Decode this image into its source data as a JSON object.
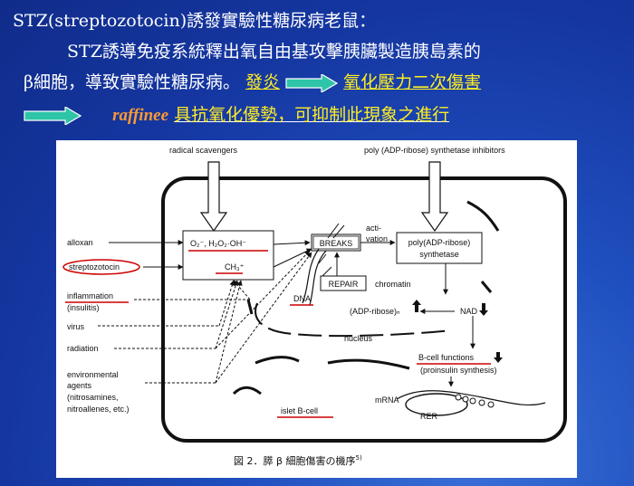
{
  "slide": {
    "line1": "STZ(streptozotocin)誘發實驗性糖尿病老鼠：",
    "line2": "STZ誘導免疫系統釋出氧自由基攻擊胰臟製造胰島素的",
    "line3_prefix": "β細胞，導致實驗性糖尿病。",
    "line3_inflammation": "發炎",
    "line3_oxidative": "氧化壓力二次傷害",
    "line4_raffinee": "raffinee",
    "line4_rest": "具抗氧化優勢，可抑制此現象之進行"
  },
  "diagram": {
    "radical_scavengers": "radical scavengers",
    "parp_inhibitors": "poly (ADP-ribose) synthetase inhibitors",
    "activation": "acti-\nvation",
    "radicals": "O₂⁻, H₂O₂·OH⁻",
    "ch3": "CH₃⁺",
    "breaks": "BREAKS",
    "repair": "REPAIR",
    "chromatin": "chromatin",
    "parp_box": "poly(ADP-ribose)\nsynthetase",
    "adp_ribose": "(ADP-ribose)ₙ",
    "nad": "NAD",
    "dna": "DNA",
    "nucleus": "nucleus",
    "bcell_functions": "B-cell functions",
    "proinsulin": "(proinsulin synthesis)",
    "mrna": "mRNA",
    "rer": "RER",
    "islet": "islet B-cell",
    "left_labels": [
      "alloxan",
      "streptozotocin",
      "inflammation",
      "(insulitis)",
      "virus",
      "radiation",
      "environmental",
      "agents",
      "(nitrosamines,",
      "nitroallenes, etc.)"
    ],
    "caption": "図 2．膵 β 細胞傷害の機序",
    "caption_sup": "5)"
  },
  "colors": {
    "yellow": "#ffee22",
    "orange": "#ff9a33",
    "red": "#cc0000",
    "arrow_fill": "#2ec4a8"
  }
}
